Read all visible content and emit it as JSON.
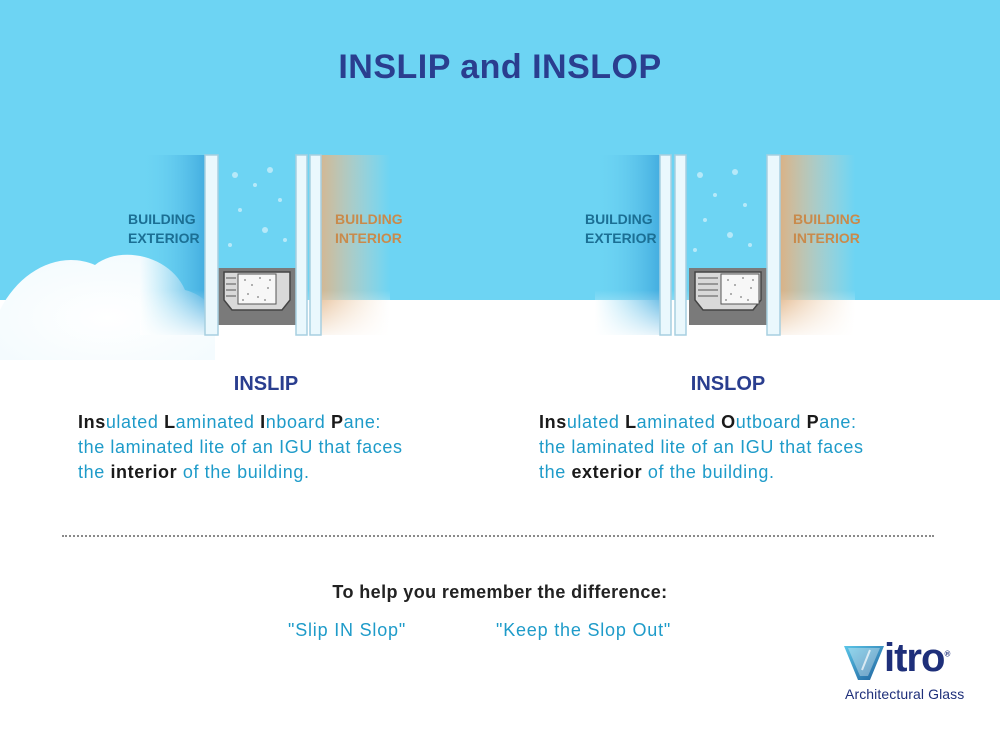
{
  "title": "INSLIP and INSLOP",
  "colors": {
    "sky": "#6dd4f3",
    "title": "#2a3e8f",
    "highlight_text": "#1e9bc9",
    "exterior_label": "#1b6f94",
    "interior_label": "#c98a4b",
    "glass": "#eaf8fd",
    "spacer": "#7a7a7a"
  },
  "diagrams": {
    "inslip": {
      "exterior_label_1": "BUILDING",
      "exterior_label_2": "EXTERIOR",
      "interior_label_1": "BUILDING",
      "interior_label_2": "INTERIOR",
      "laminated_side": "interior"
    },
    "inslop": {
      "exterior_label_1": "BUILDING",
      "exterior_label_2": "EXTERIOR",
      "interior_label_1": "BUILDING",
      "interior_label_2": "INTERIOR",
      "laminated_side": "exterior"
    }
  },
  "inslip": {
    "heading": "INSLIP",
    "line1": [
      "Ins",
      "ulated ",
      "L",
      "aminated ",
      "I",
      "nboard ",
      "P",
      "ane:"
    ],
    "line2": "the laminated lite of an IGU that faces",
    "line3_pre": "the ",
    "line3_bold": "interior",
    "line3_post": " of the building."
  },
  "inslop": {
    "heading": "INSLOP",
    "line1": [
      "Ins",
      "ulated ",
      "L",
      "aminated ",
      "O",
      "utboard ",
      "P",
      "ane:"
    ],
    "line2": "the laminated lite of an IGU that faces",
    "line3_pre": "the ",
    "line3_bold": "exterior",
    "line3_post": " of the building."
  },
  "remember_text": "To help you remember the difference:",
  "mnemonic_1": "\"Slip IN Slop\"",
  "mnemonic_2": "\"Keep the Slop Out\"",
  "logo": {
    "wordmark": "itro",
    "registered": "®",
    "tagline": "Architectural Glass",
    "icon": "vitro-v-logo-icon"
  }
}
